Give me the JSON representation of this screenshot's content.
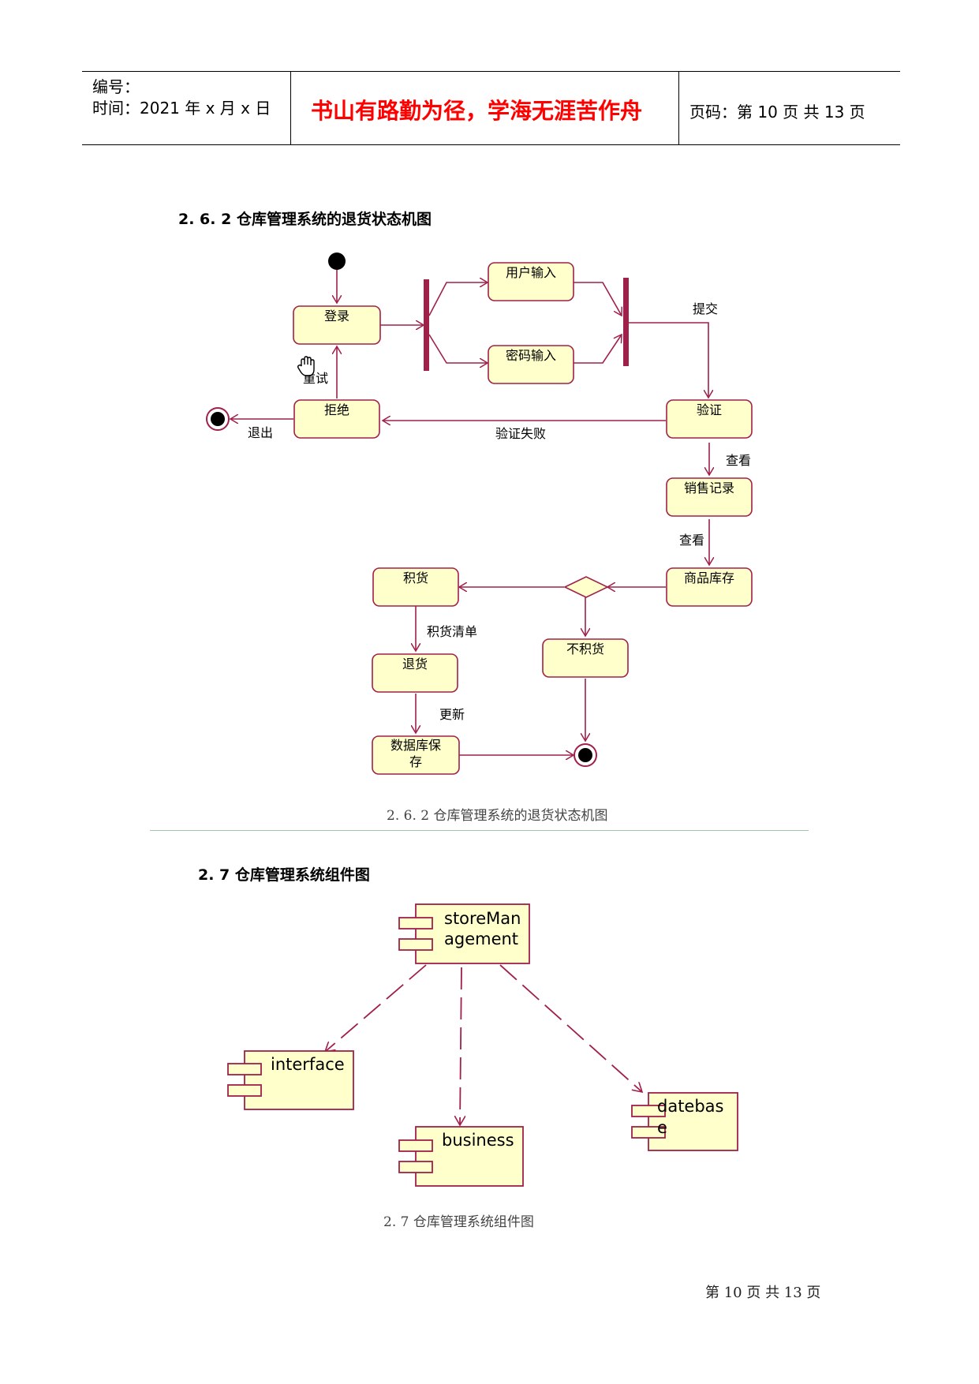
{
  "header": {
    "serial_label": "编号：",
    "date_line": "时间：2021 年 x 月 x 日",
    "motto": "书山有路勤为径，学海无涯苦作舟",
    "page_info": "页码：第 10 页  共 13 页"
  },
  "section_state": {
    "title": "2. 6. 2 仓库管理系统的退货状态机图",
    "caption": "2. 6. 2 仓库管理系统的退货状态机图",
    "states": {
      "login": "登录",
      "user_input": "用户输入",
      "password_input": "密码输入",
      "verify": "验证",
      "reject": "拒绝",
      "sales_record": "销售记录",
      "stock": "商品库存",
      "overstock": "积货",
      "no_overstock": "不积货",
      "return_goods": "退货",
      "db_save_line1": "数据库保",
      "db_save_line2": "存"
    },
    "transitions": {
      "submit": "提交",
      "retry": "重试",
      "exit": "退出",
      "verify_fail": "验证失败",
      "view1": "查看",
      "view2": "查看",
      "overstock_list": "积货清单",
      "update": "更新"
    }
  },
  "section_component": {
    "title": "2. 7 仓库管理系统组件图",
    "caption": "2. 7 仓库管理系统组件图",
    "components": {
      "main_line1": "storeMan",
      "main_line2": "agement",
      "interface": "interface",
      "business": "business",
      "database_line1": "datebas",
      "database_line2": "e"
    }
  },
  "footer": {
    "page_text": "第  10  页  共  13  页"
  },
  "colors": {
    "line": "#a0204a",
    "box_fill": "#ffffcc",
    "motto": "#ff0000"
  }
}
